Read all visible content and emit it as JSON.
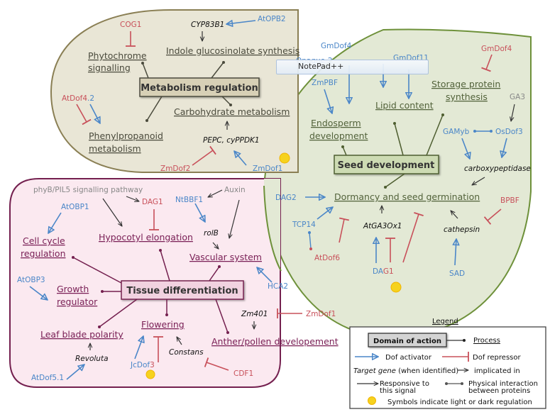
{
  "tooltip": {
    "label": "NotePad++"
  },
  "metabolism": {
    "domain_label": "Metabolism regulation",
    "fill": "#e9e6d6",
    "border": "#8a7f54",
    "processes": {
      "phytochrome_1": "Phytochrome",
      "phytochrome_2": "signalling",
      "indole": "Indole glucosinolate synthesis",
      "phenyl_1": "Phenylpropanoid",
      "phenyl_2": "metabolism",
      "carbohydrate": "Carbohydrate metabolism"
    },
    "genes": {
      "cyp": "CYP83B1",
      "pepc": "PEPC, cyPPDK1"
    },
    "regulators": {
      "cog1": "COG1",
      "atopb2": "AtOPB2",
      "atdof42_a": "AtDof4",
      "atdof42_b": ".2",
      "zmdof2": "ZmDof2",
      "zmdof1": "ZmDof1"
    }
  },
  "seed": {
    "domain_label": "Seed development",
    "fill": "#e3e9d5",
    "border": "#6e913a",
    "processes": {
      "endo_1": "Endosperm",
      "endo_2": "development",
      "lipid": "Lipid content",
      "storage_1": "Storage protein",
      "storage_2": "synthesis",
      "dormancy": "Dormancy and seed germination"
    },
    "genes": {
      "carboxy": "carboxypeptidase",
      "atga": "AtGA3Ox1",
      "cathepsin": "cathepsin"
    },
    "regulators": {
      "opaque2": "Opaque-2",
      "gmdof4_act": "GmDof4",
      "gmdof11": "GmDof11",
      "gmdof4_rep": "GmDof4",
      "zmpbf": "ZmPBF",
      "ga3": "GA3",
      "gamyb": "GAMyb",
      "osdof3": "OsDof3",
      "dag2": "DAG2",
      "tcp14": "TCP14",
      "atdof6": "AtDof6",
      "dag1_a": "DA",
      "dag1_b": "G1",
      "sad": "SAD",
      "bpbf": "BPBF"
    }
  },
  "tissue": {
    "domain_label": "Tissue differentiation",
    "fill": "#fbe9f0",
    "border": "#74204f",
    "processes": {
      "cell_1": "Cell cycle",
      "cell_2": "regulation",
      "hypocotyl": "Hypocotyl elongation",
      "vascular": "Vascular system",
      "growth_1": "Growth",
      "growth_2": "regulator",
      "leaf": "Leaf blade polarity",
      "flowering": "Flowering",
      "anther": "Anther/pollen developement"
    },
    "genes": {
      "rolb": "rolB",
      "zm401": "Zm401",
      "revoluta": "Revoluta",
      "constans": "Constans"
    },
    "regulators": {
      "phyb": "phyB/PIL5 signalling pathway",
      "dag1": "DAG1",
      "ntbbf1": "NtBBF1",
      "auxin": "Auxin",
      "atobp1": "AtOBP1",
      "atobp3": "AtOBP3",
      "hca2": "HCA2",
      "zmdof1": "ZmDof1",
      "atdof51": "AtDof5.1",
      "jcdof3_a": "JcDof",
      "jcdof3_b": "3",
      "cdf1": "CDF1"
    }
  },
  "legend": {
    "title": "Legend",
    "domain": "Domain of action",
    "process": "Process",
    "activator": "Dof activator",
    "repressor": "Dof repressor",
    "target_italic": "Target gene",
    "target_rest": " (when identified)",
    "implicated": "implicated in",
    "responsive_1": "Responsive to",
    "responsive_2": "this signal",
    "physical_1": "Physical interaction",
    "physical_2": "between proteins",
    "symbols": "Symbols indicate light or dark regulation"
  },
  "colors": {
    "activator": "#4a86c8",
    "repressor": "#c8505a",
    "moon": "#1f3c6e",
    "sun": "#f6d21e"
  }
}
